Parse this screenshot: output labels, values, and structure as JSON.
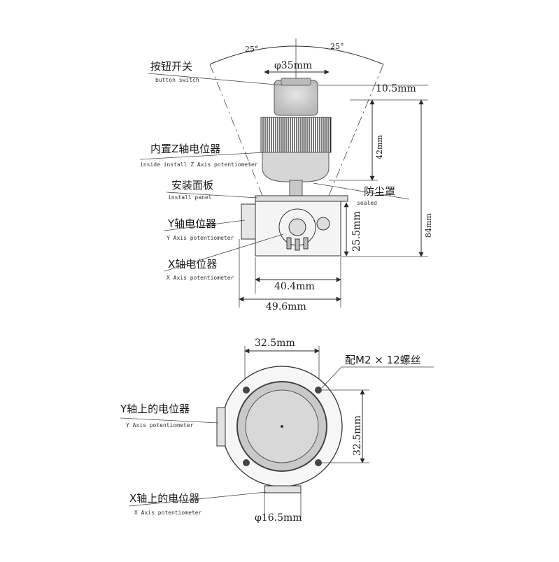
{
  "side_view": {
    "angle_left": "25°",
    "angle_right": "25°",
    "button_switch_cn": "按钮开关",
    "button_switch_en": "button switch",
    "knob_dia": "φ35mm",
    "dim_top": "10.5mm",
    "dim_42": "42mm",
    "dim_84": "84mm",
    "dim_25_5": "25.5mm",
    "z_pot_cn": "内置Z轴电位器",
    "z_pot_en": "inside install Z Axis potentiometer",
    "panel_cn": "安装面板",
    "panel_en": "install panel",
    "dust_cn": "防尘罩",
    "dust_en": "sealed",
    "y_pot_cn": "Y轴电位器",
    "y_pot_en": "Y Axis potentiometer",
    "x_pot_cn": "X轴电位器",
    "x_pot_en": "X Axis potentiometer",
    "width_inner": "40.4mm",
    "width_outer": "49.6mm"
  },
  "top_view": {
    "width": "32.5mm",
    "height": "32.5mm",
    "screw_note": "配M2 × 12螺丝",
    "y_pot_cn": "Y轴上的电位器",
    "y_pot_en": "Y Axis potentiometer",
    "x_pot_cn": "X轴上的电位器",
    "x_pot_en": "X Axis potentiometer",
    "shaft_dia": "φ16.5mm"
  },
  "colors": {
    "line": "#2a2a2a",
    "body": "#cfcfcf",
    "ring": "#555555"
  }
}
